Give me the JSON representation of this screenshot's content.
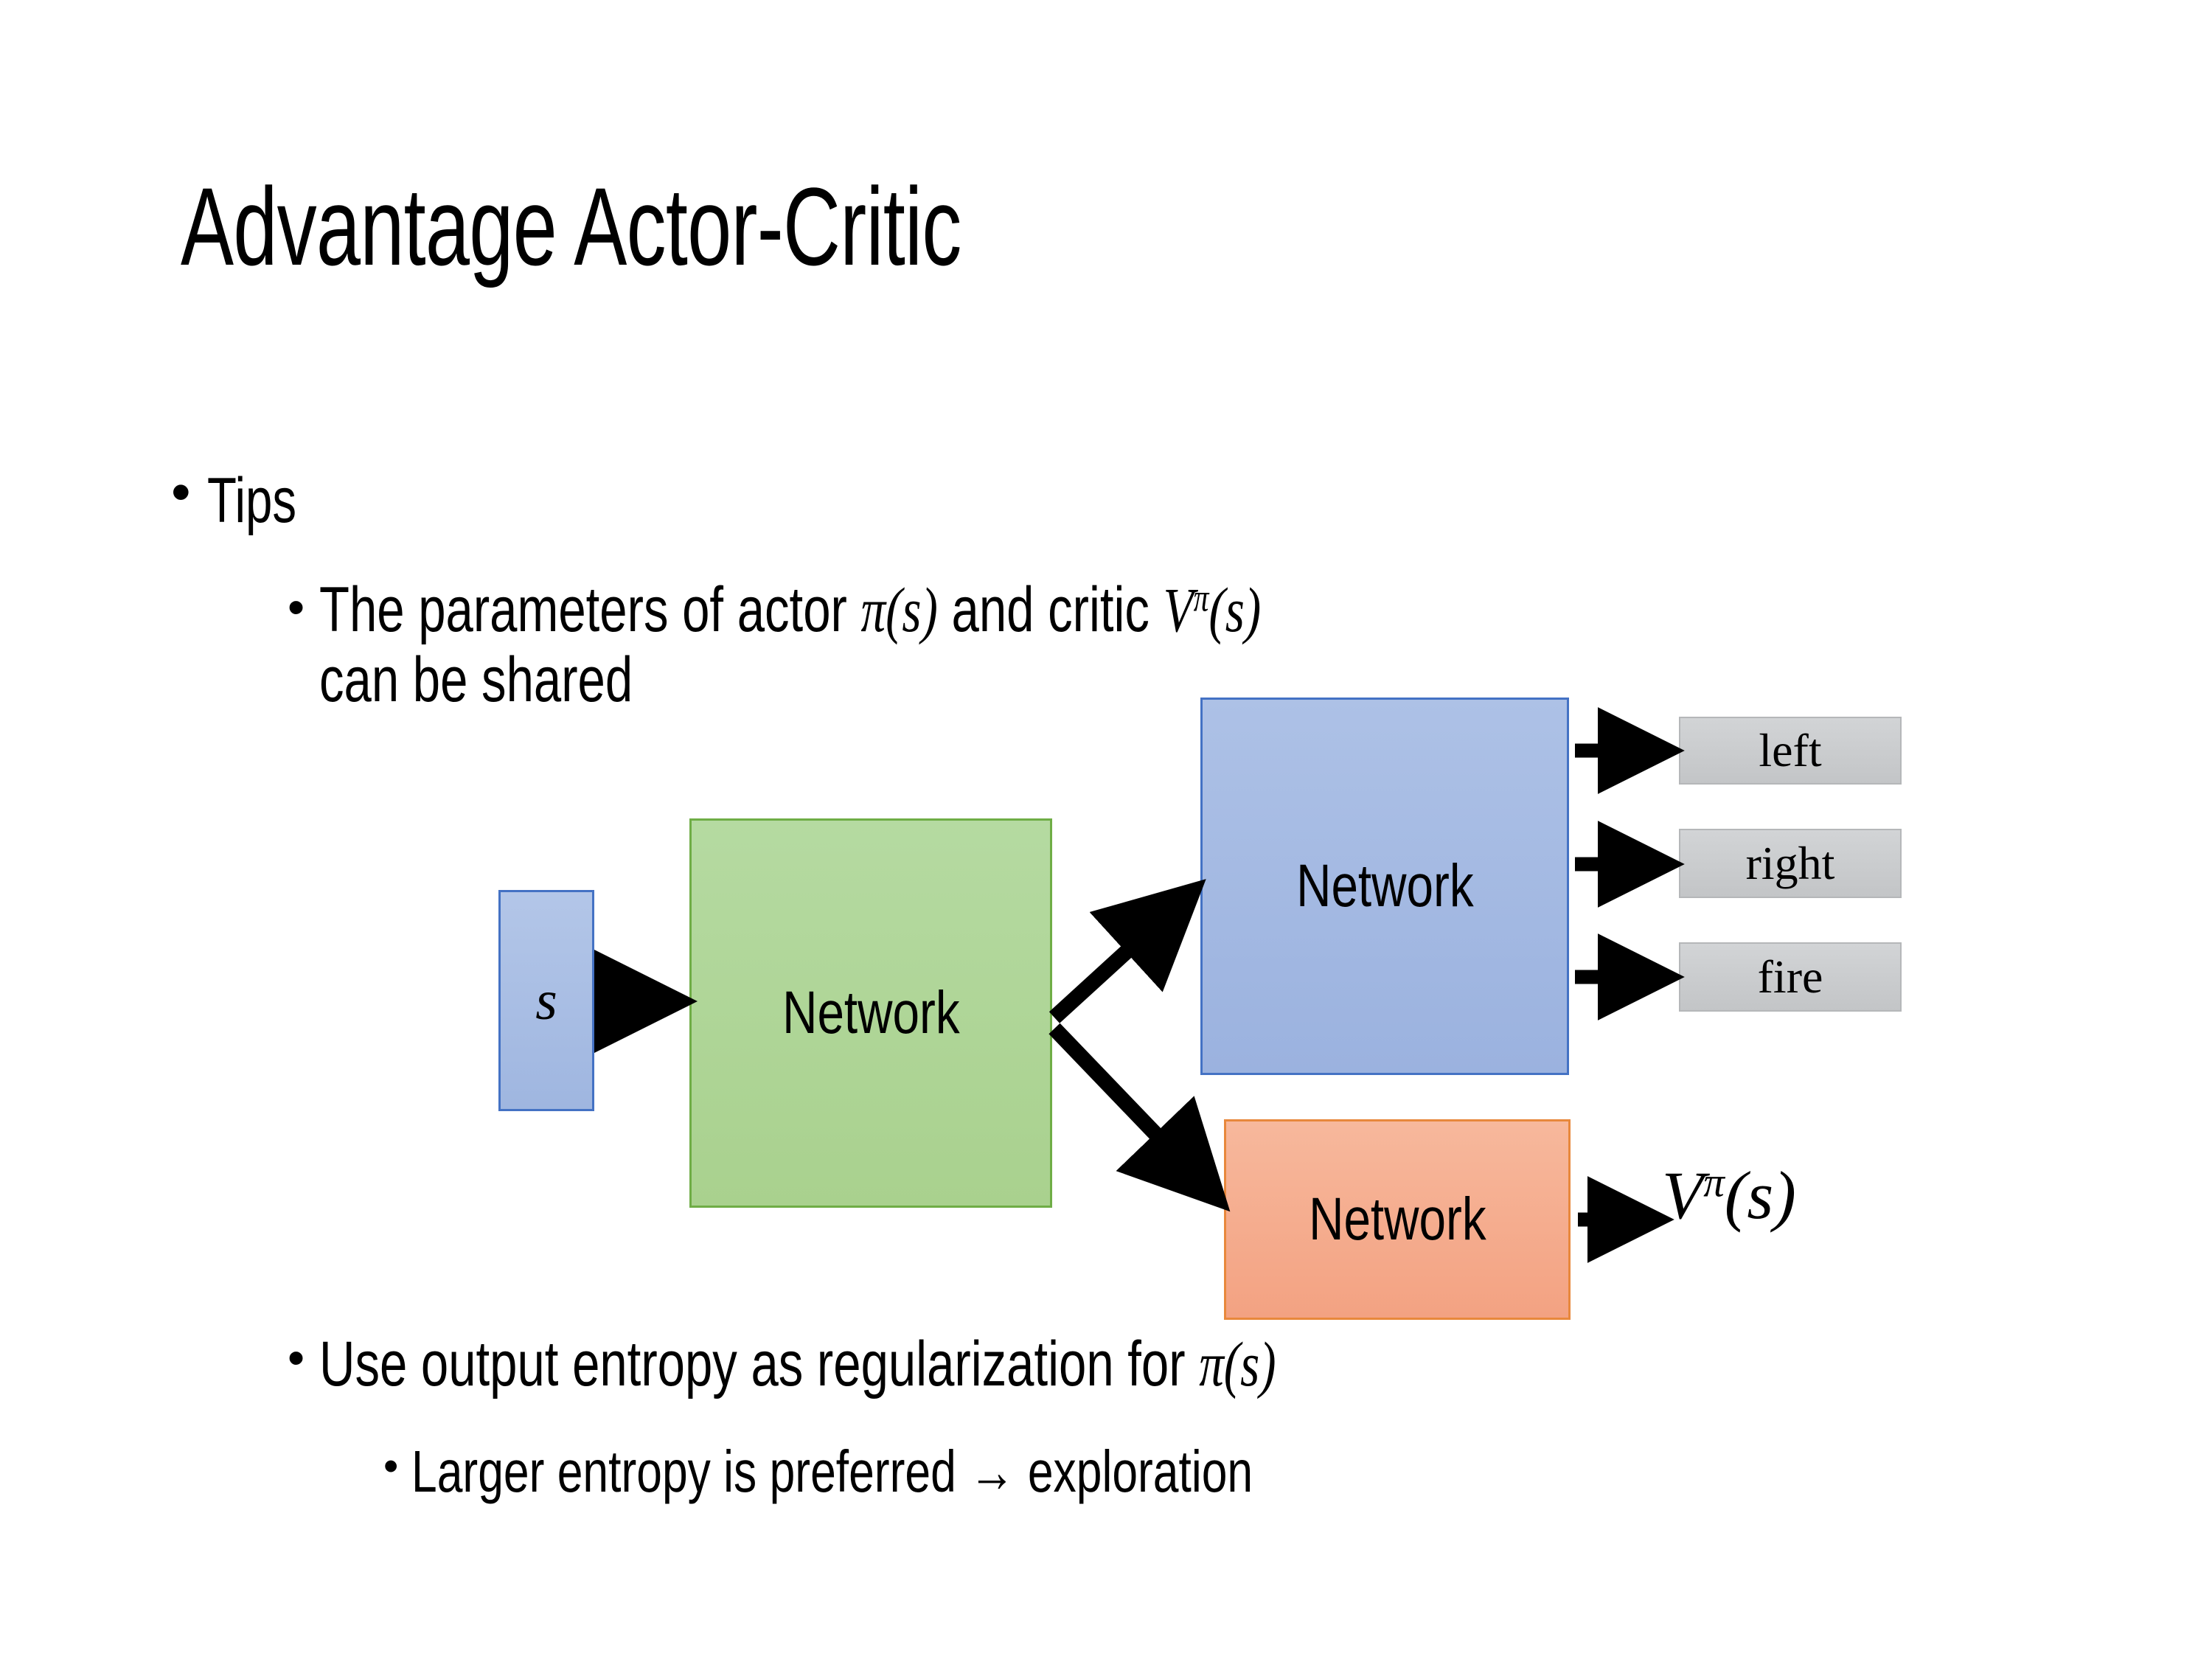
{
  "slide": {
    "title": "Advantage Actor-Critic",
    "background_color": "#FFFFFF"
  },
  "bullets": {
    "tips": {
      "marker": "•",
      "text": "Tips"
    },
    "parameters": {
      "marker": "•",
      "text_prefix": "The parameters of actor ",
      "math_actor": "π(s)",
      "text_middle": "  and critic ",
      "math_critic_base": "V",
      "math_critic_sup": "π",
      "math_critic_arg": "(s)",
      "text_suffix": "can be shared",
      "full_text": "The parameters of actor π(s)  and critic Vπ(s) can be shared"
    },
    "entropy": {
      "marker": "•",
      "text_prefix": "Use output entropy as regularization for ",
      "math": "π(s)",
      "full_text": "Use output entropy as regularization for π(s)"
    },
    "larger": {
      "marker": "•",
      "text": "Larger entropy is preferred → exploration"
    }
  },
  "diagram": {
    "input_box": {
      "label": "s",
      "fill": "#A3BAE2",
      "border": "#4472C4"
    },
    "shared_network": {
      "label": "Network",
      "fill": "#A9D18E",
      "border": "#6FAD46"
    },
    "actor_network": {
      "label": "Network",
      "fill": "#A3BAE2",
      "border": "#4472C4"
    },
    "critic_network": {
      "label": "Network",
      "fill": "#F4A582",
      "border": "#E8883C"
    },
    "actions": [
      {
        "label": "left",
        "fill": "#C9CBCD",
        "border": "#B5B7B9"
      },
      {
        "label": "right",
        "fill": "#C9CBCD",
        "border": "#B5B7B9"
      },
      {
        "label": "fire",
        "fill": "#C9CBCD",
        "border": "#B5B7B9"
      }
    ],
    "critic_output": {
      "base": "V",
      "superscript": "π",
      "argument": "(s)",
      "full_text": "Vπ(s)"
    },
    "arrow_color": "#000000"
  }
}
